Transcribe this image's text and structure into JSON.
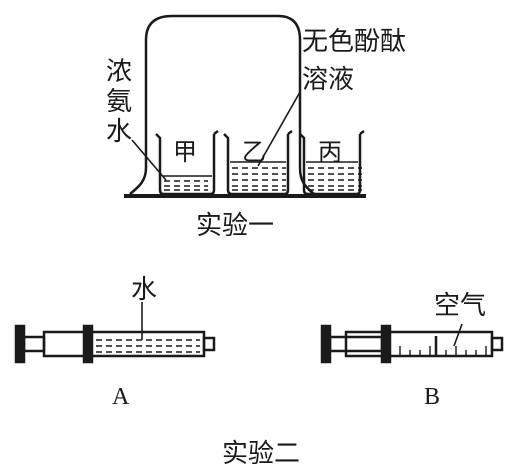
{
  "experiment1": {
    "left_label": [
      "浓",
      "氨",
      "水"
    ],
    "right_label_line1": "无色酚酞",
    "right_label_line2": "溶液",
    "beakers": [
      "甲",
      "乙",
      "丙"
    ],
    "caption": "实验一"
  },
  "experiment2": {
    "syringe_a": {
      "content_label": "水",
      "letter": "A"
    },
    "syringe_b": {
      "content_label": "空气",
      "letter": "B"
    },
    "caption": "实验二"
  },
  "colors": {
    "ink": "#1a1a1a",
    "background": "#ffffff"
  }
}
